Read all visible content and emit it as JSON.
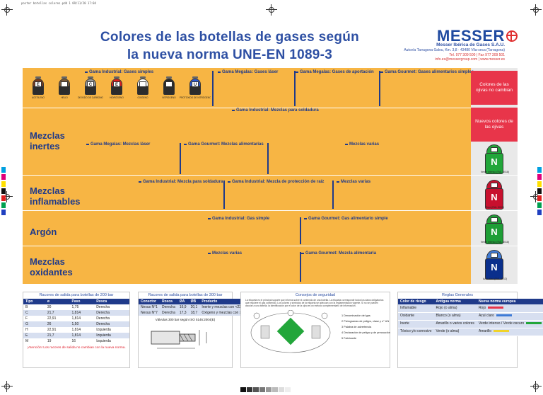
{
  "slug": "poster botellas colores.pdd    1    09/11/20    17:04",
  "title_line1": "Colores de las botellas de gases según",
  "title_line2": "la nueva norma UNE-EN 1089-3",
  "company": {
    "logo_text": "MESSER",
    "name": "Messer Ibérica de Gases S.A.U.",
    "address": "Autovía Tarragona-Salou, Km. 3,8 · 43480 Vila-seca (Tarragona)",
    "phone": "Tel. 977 309 500 | Fax 977 309 501",
    "web": "info.es@messergroup.com | www.messer.es"
  },
  "rows": {
    "inertes": "Mezclas inertes",
    "inflamables": "Mezclas inflamables",
    "argon": "Argón",
    "oxidantes": "Mezclas oxidantes"
  },
  "groups": {
    "industrial_simples": "Gama Industrial: Gases simples",
    "megalas_laser": "Gama Megalas: Gases láser",
    "megalas_aportacion": "Gama Megalas: Gases de aportación",
    "gourmet_simples": "Gama Gourmet: Gases alimentarios simples",
    "industrial_soldadura": "Gama Industrial: Mezclas para soldadura",
    "megalas_mezclas_laser": "Gama Megalas: Mezclas láser",
    "gourmet_mezclas": "Gama Gourmet: Mezclas alimentarias",
    "mezclas_varias_1": "Mezclas varias",
    "industrial_mezcla_soldadura": "Gama Industrial: Mezcla para soldadura",
    "industrial_proteccion_raiz": "Gama Industrial: Mezcla de protección de raíz",
    "mezclas_varias_2": "Mezclas varias",
    "industrial_gas_simple": "Gama Industrial: Gas simple",
    "gourmet_gas_simple": "Gama Gourmet: Gas alimentario simple",
    "mezclas_varias_3": "Mezclas varias",
    "gourmet_mezcla_alim": "Gama Gourmet: Mezcla alimentaria"
  },
  "side": {
    "no_cambian": "Colores de las ojivas no cambian",
    "nuevos": "Nuevos colores de las ojivas",
    "verde": "Verde intenso (RAL 6018)",
    "rojo": "Rojo (RAL 3000)",
    "verde2": "Verde intenso (RAL 6018)",
    "azul": "Azul claro (RAL 5012)",
    "letter": "N"
  },
  "cylinders": [
    {
      "letter": "E",
      "shoulder": "#7a3b1d",
      "body": "#2c2c2c",
      "label": "ACETILENO"
    },
    {
      "letter": "",
      "shoulder": "#7a5a3a",
      "body": "#2c2c2c",
      "label": "HELIO"
    },
    {
      "letter": "C",
      "shoulder": "#9a9a9a",
      "body": "#2c2c2c",
      "label": "DIÓXIDO DE CARBONO"
    },
    {
      "letter": "E",
      "shoulder": "#e02020",
      "body": "#2c2c2c",
      "label": "HIDRÓGENO"
    },
    {
      "letter": "",
      "shoulder": "#ffffff",
      "body": "#2c2c2c",
      "label": "OXÍGENO"
    },
    {
      "letter": "",
      "shoulder": "#2a2a2a",
      "body": "#2c2c2c",
      "label": "NITRÓGENO"
    },
    {
      "letter": "U",
      "shoulder": "#2d5bd6",
      "body": "#2c2c2c",
      "label": "PROTÓXIDO DE NITRÓGENO"
    }
  ],
  "table1": {
    "title": "Racores de salida para botellas de 200 bar",
    "headers": [
      "Tipo",
      "ø",
      "Paso",
      "Rosca"
    ],
    "rows": [
      [
        "B",
        "30",
        "1,75",
        "Derecha"
      ],
      [
        "C",
        "21,7",
        "1,814",
        "Derecha"
      ],
      [
        "F",
        "22,91",
        "1,814",
        "Derecha"
      ],
      [
        "G",
        "26",
        "1,50",
        "Derecha"
      ],
      [
        "H",
        "22,91",
        "1,814",
        "Izquierda"
      ],
      [
        "E",
        "21,7",
        "1,814",
        "Izquierda"
      ],
      [
        "M",
        "19",
        "16",
        "Izquierda"
      ]
    ],
    "note": "¡Atención! Los racores de salida no cambian con la nueva norma."
  },
  "table2": {
    "title": "Racores de salida para botellas de 300 bar",
    "headers": [
      "Conector",
      "Rosca",
      "ØA",
      "ØB",
      "Producto"
    ],
    "rows": [
      [
        "Nexus N°1",
        "Derecha",
        "16,9",
        "20,1",
        "Inerte y mezclas con <22% de O₂"
      ],
      [
        "Nexus N°7",
        "Derecha",
        "17,3",
        "18,7",
        "Oxígeno y mezclas con >22% de O₂"
      ]
    ],
    "sub": "Válvulas 300 bar según ISO 5146:2004(E)"
  },
  "panel3": {
    "title": "Consejos de seguridad",
    "text": "La etiqueta es el principal soporte que informa sobre el contenido de una botella. La etiqueta corresponde todos los datos obligatorios que requiere el gas contenido. Los colores y símbolos de la etiqueta se adecuan con la reglamentación vigente. Si no se pueden asociar a una botella, la identificación por el color de la ojiva es un método complementario de información.",
    "items": [
      "Denominación del gas",
      "Pictogramas de peligro, clase y n° UN",
      "Palabra de advertencia",
      "Declaración de peligro y de precaución",
      "Fabricante"
    ]
  },
  "table4": {
    "title": "Reglas Generales",
    "headers": [
      "Color de riesgo",
      "Antigua norma",
      "Nueva norma europea"
    ],
    "rows": [
      [
        "Inflamable",
        "Rojo (o alma)",
        "Rojo"
      ],
      [
        "Oxidante",
        "Blanco (o alma)",
        "Azul claro"
      ],
      [
        "Inerte",
        "Amarillo o varios colores",
        "Verde intenso / Verde oscuro"
      ],
      [
        "Tóxico y/o corrosivo",
        "Verde (o alma)",
        "Amarillo"
      ]
    ],
    "colors": [
      "#e8354a",
      "#3f7bd6",
      "#22a63a",
      "#f0d32a"
    ]
  }
}
